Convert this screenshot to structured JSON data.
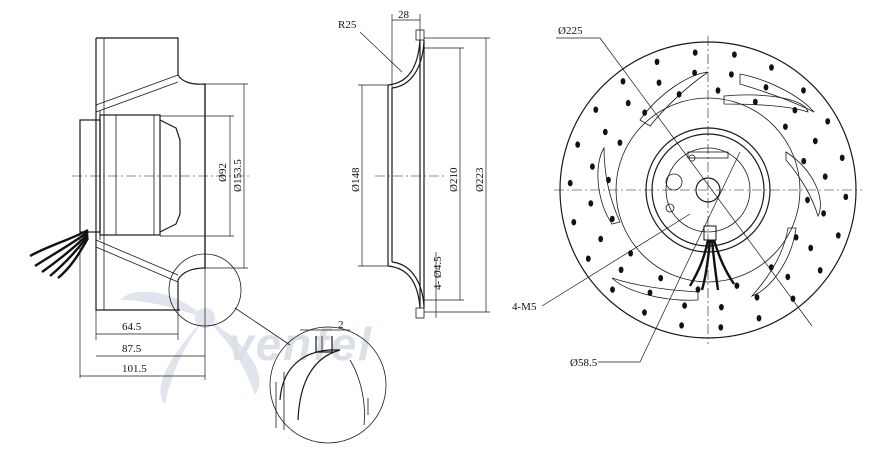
{
  "watermark": {
    "text": "venfel"
  },
  "side_view": {
    "dims": [
      "Ø92",
      "Ø153.5",
      "64.5",
      "87.5",
      "101.5"
    ]
  },
  "detail_view": {
    "dim": "2"
  },
  "section_view": {
    "dims": [
      "R25",
      "28",
      "Ø148",
      "Ø210",
      "Ø223",
      "4- Ø4.5"
    ]
  },
  "front_view": {
    "dims": [
      "Ø225",
      "4-M5",
      "Ø58.5"
    ]
  },
  "colors": {
    "line": "#1a1a1a",
    "watermark": "#d8dde6"
  }
}
